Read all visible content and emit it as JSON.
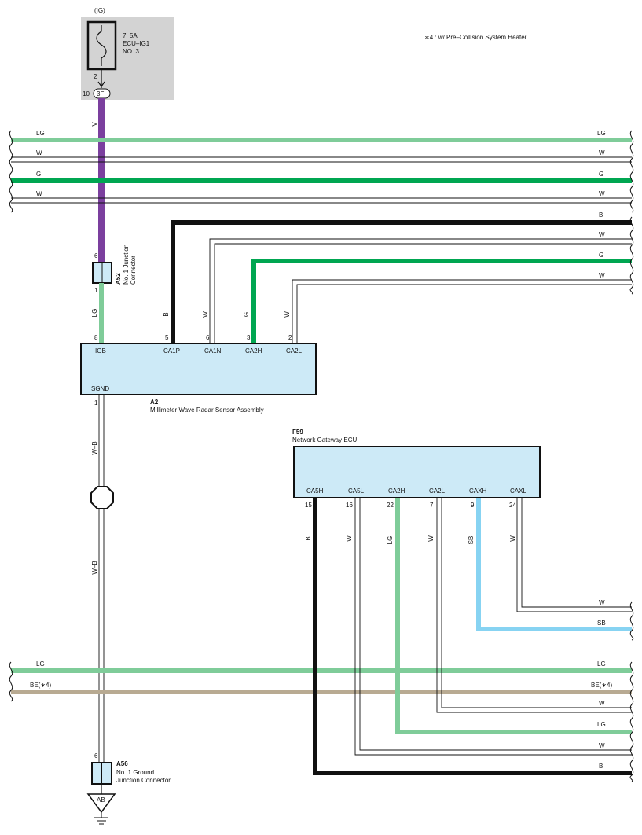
{
  "note": "∗4 : w/ Pre–Collision System Heater",
  "fuse": {
    "supply": "(IG)",
    "rating": "7. 5A",
    "name1": "ECU–IG1",
    "name2": "NO. 3",
    "pin_top": "2",
    "pin_conn": "10",
    "connector": "3F"
  },
  "colors": {
    "LG": "#7fcc99",
    "G": "#00a651",
    "W": "#ffffff",
    "B": "#111111",
    "V": "#7b3f9e",
    "SB": "#87d3f2",
    "BE": "#b8aa92",
    "ecu_fill": "#cdeaf7",
    "fuse_box": "#d3d3d3"
  },
  "bus_wires": {
    "lg_top": "LG",
    "w1": "W",
    "g": "G",
    "w2": "W",
    "lg_bottom": "LG",
    "be_bottom": "BE(∗4)"
  },
  "wire_labels": {
    "v": "V",
    "lg_a52": "LG",
    "b_ca1p": "B",
    "w_ca1n": "W",
    "g_ca2h": "G",
    "w_ca2l": "W",
    "wb_upper": "W–B",
    "wb_lower": "W–B",
    "f59_b": "B",
    "f59_w1": "W",
    "f59_lg": "LG",
    "f59_w2": "W",
    "f59_sb": "SB",
    "f59_w3": "W"
  },
  "right_labels": {
    "b_ca1p": "B",
    "w_ca1n": "W",
    "g_ca2h": "G",
    "w_ca2l": "W",
    "w_caxl": "W",
    "sb_caxh": "SB",
    "w_ca2l_f59": "W",
    "lg_ca2h_f59": "LG",
    "w_ca5l": "W",
    "b_ca5h": "B"
  },
  "a52": {
    "code": "A52",
    "name1": "No. 1 Junction",
    "name2": "Connector",
    "pin_top": "6",
    "pin_bottom": "1"
  },
  "a2": {
    "code": "A2",
    "name": "Millimeter Wave Radar Sensor Assembly",
    "pins": [
      {
        "num": "8",
        "label": "IGB"
      },
      {
        "num": "5",
        "label": "CA1P"
      },
      {
        "num": "6",
        "label": "CA1N"
      },
      {
        "num": "3",
        "label": "CA2H"
      },
      {
        "num": "2",
        "label": "CA2L"
      }
    ],
    "gnd_label": "SGND",
    "gnd_pin": "1"
  },
  "f59": {
    "code": "F59",
    "name": "Network Gateway ECU",
    "pins": [
      {
        "num": "15",
        "label": "CA5H"
      },
      {
        "num": "16",
        "label": "CA5L"
      },
      {
        "num": "22",
        "label": "CA2H"
      },
      {
        "num": "7",
        "label": "CA2L"
      },
      {
        "num": "9",
        "label": "CAXH"
      },
      {
        "num": "24",
        "label": "CAXL"
      }
    ]
  },
  "a56": {
    "code": "A56",
    "name1": "No.  1 Ground",
    "name2": "Junction Connector",
    "pin": "6",
    "ground": "AB"
  }
}
